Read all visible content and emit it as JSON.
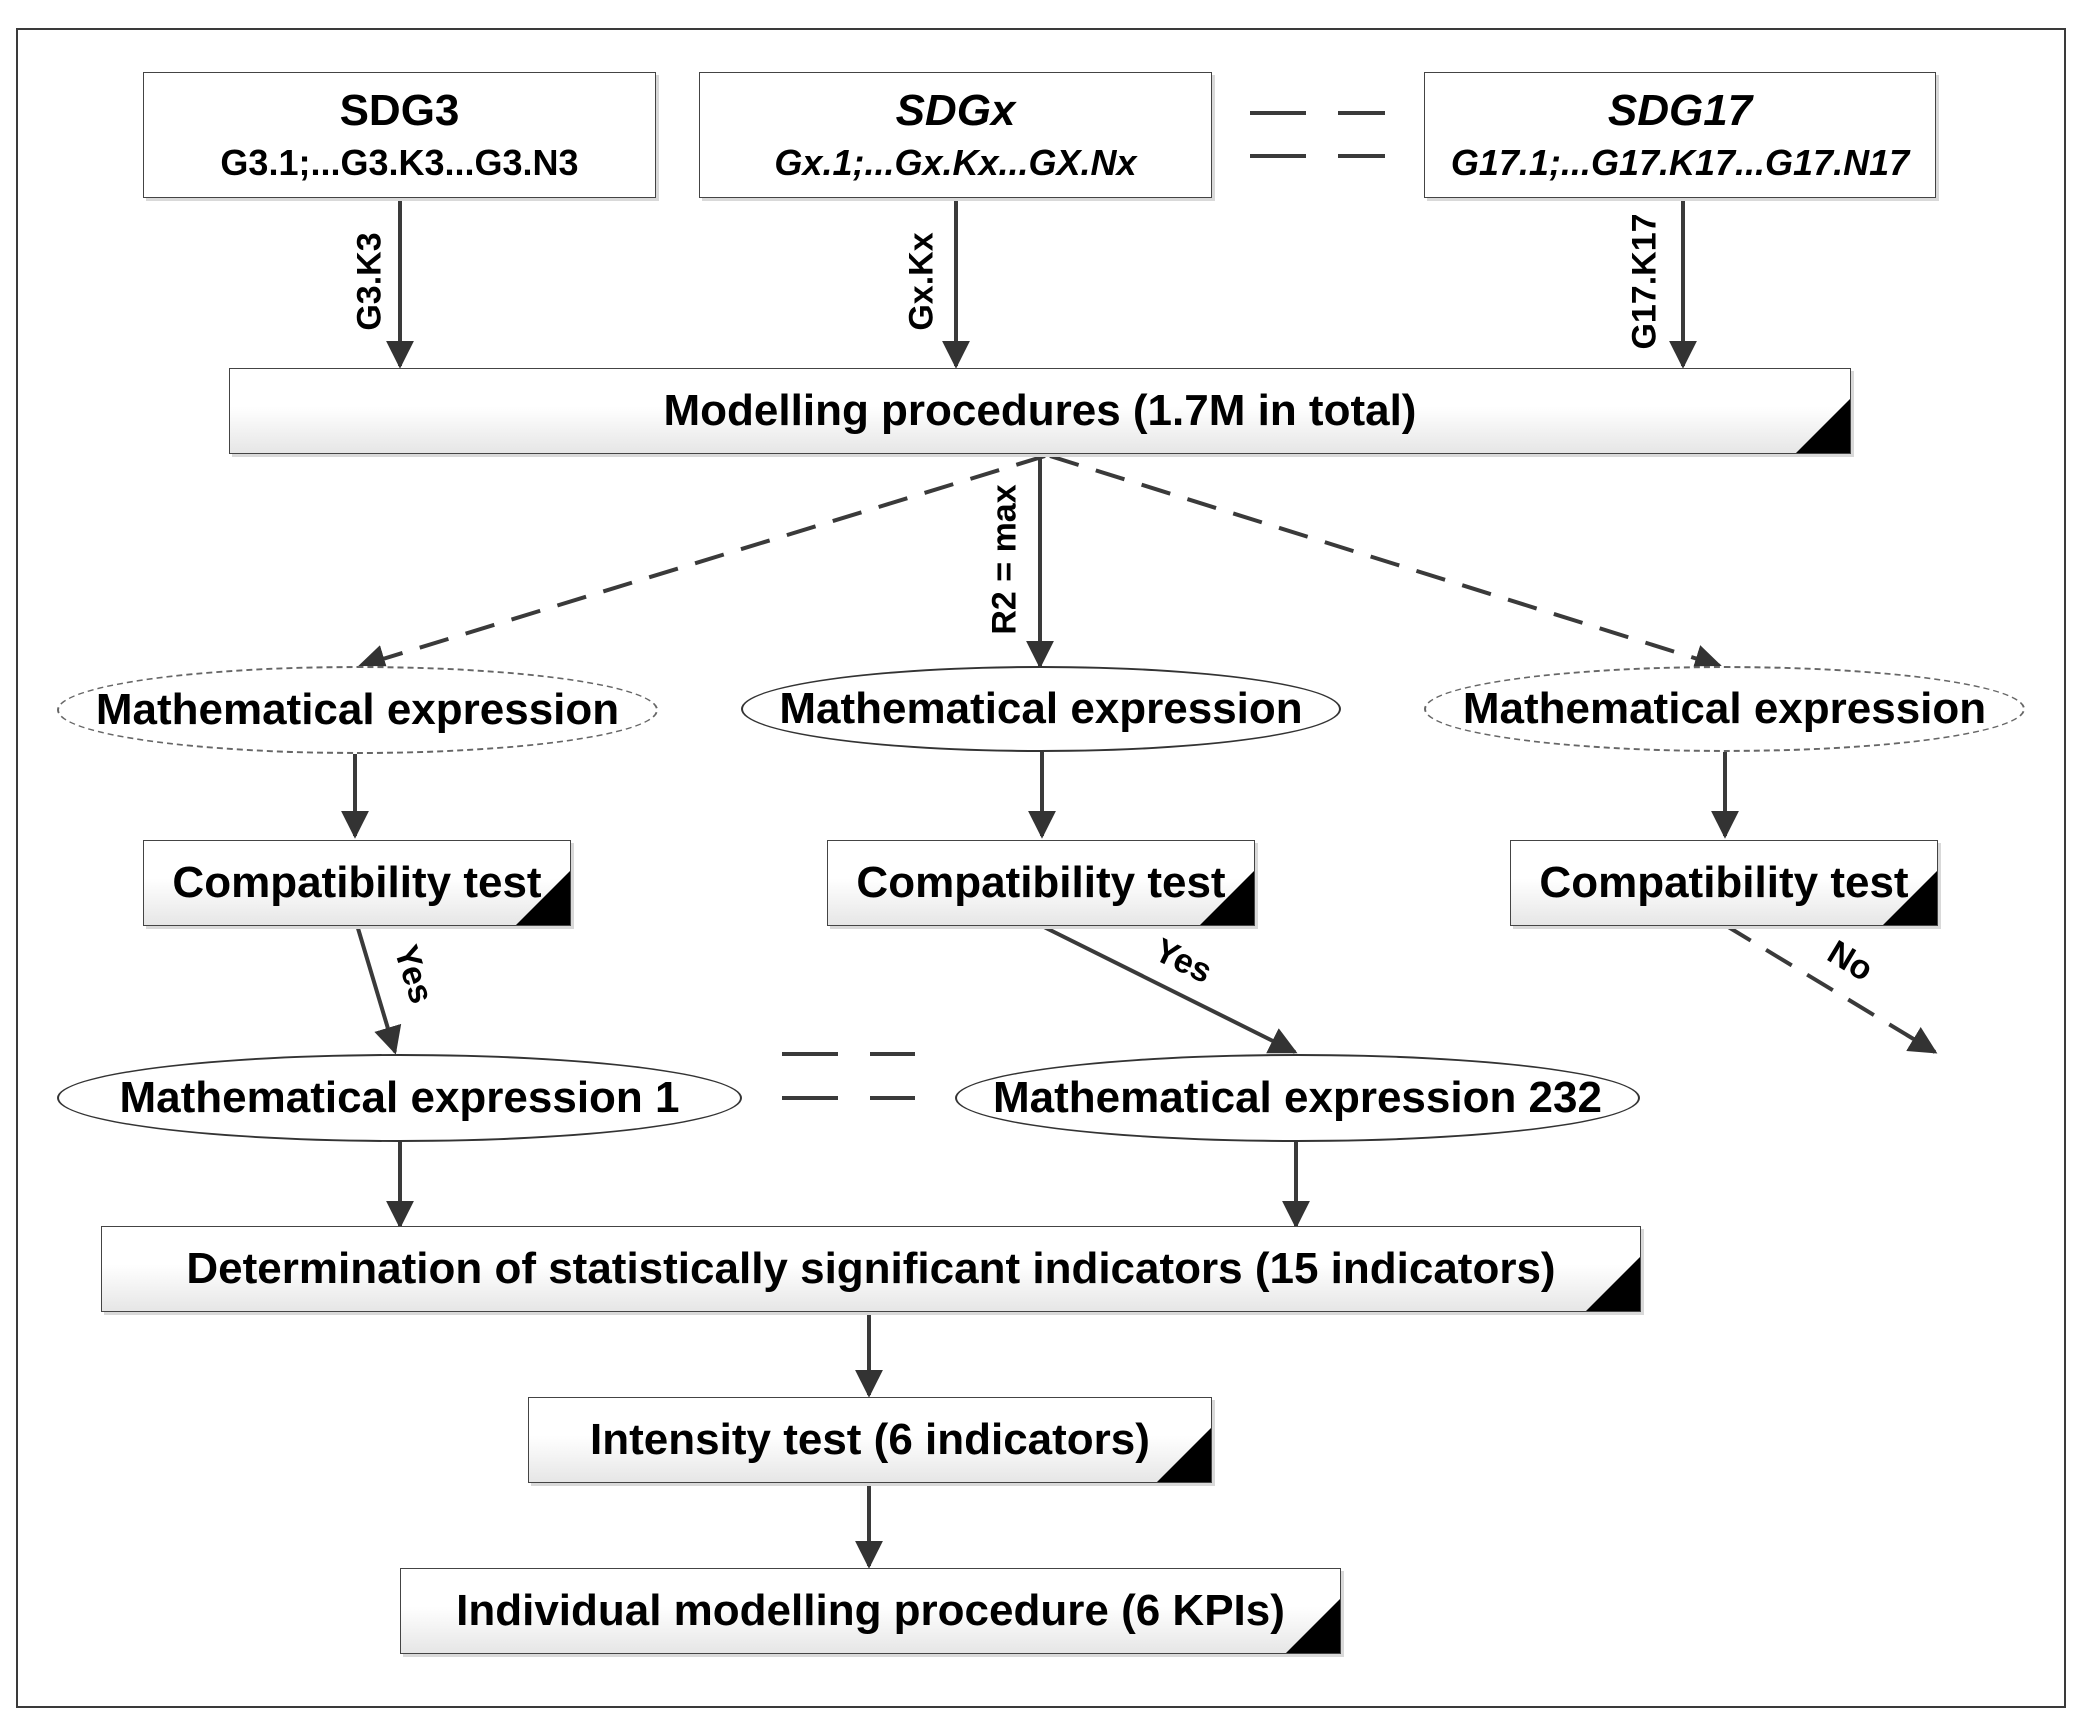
{
  "sdgs": [
    {
      "title": "SDG3",
      "items": "G3.1;...G3.K3...G3.N3",
      "link_label": "G3.K3"
    },
    {
      "title": "SDGx",
      "items": "Gx.1;...Gx.Kx...GX.Nx",
      "link_label": "Gx.Kx"
    },
    {
      "title": "SDG17",
      "items": "G17.1;...G17.K17...G17.N17",
      "link_label": "G17.K17"
    }
  ],
  "modelling": "Modelling procedures (1.7M in total)",
  "r2_label": "R2 = max",
  "expressions": [
    "Mathematical expression",
    "Mathematical expression",
    "Mathematical expression"
  ],
  "compat": [
    "Compatibility test",
    "Compatibility test",
    "Compatibility test"
  ],
  "yes_left": "Yes",
  "yes_mid": "Yes",
  "no_right": "No",
  "expr_1": "Mathematical expression 1",
  "expr_232": "Mathematical expression 232",
  "determination": "Determination of statistically significant indicators (15 indicators)",
  "intensity": "Intensity test (6 indicators)",
  "individual": "Individual modelling procedure (6 KPIs)"
}
